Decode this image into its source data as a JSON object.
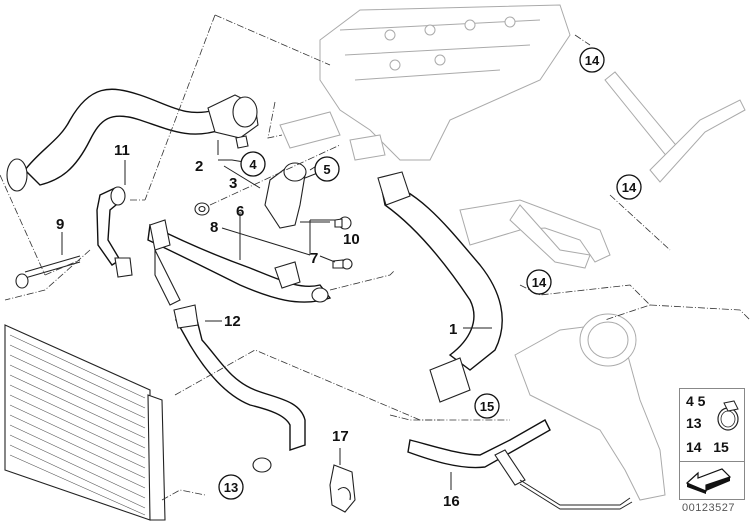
{
  "diagram": {
    "type": "parts-exploded-view",
    "subject": "Cooling system water hoses",
    "document_number": "00123527",
    "callouts": [
      {
        "id": "1",
        "label": "1",
        "circled": false
      },
      {
        "id": "2",
        "label": "2",
        "circled": false
      },
      {
        "id": "3",
        "label": "3",
        "circled": false
      },
      {
        "id": "4",
        "label": "4",
        "circled": true
      },
      {
        "id": "5",
        "label": "5",
        "circled": true
      },
      {
        "id": "6",
        "label": "6",
        "circled": false
      },
      {
        "id": "7",
        "label": "7",
        "circled": false
      },
      {
        "id": "8",
        "label": "8",
        "circled": false
      },
      {
        "id": "9",
        "label": "9",
        "circled": false
      },
      {
        "id": "10",
        "label": "10",
        "circled": false
      },
      {
        "id": "11",
        "label": "11",
        "circled": false
      },
      {
        "id": "12",
        "label": "12",
        "circled": false
      },
      {
        "id": "13",
        "label": "13",
        "circled": true
      },
      {
        "id": "14a",
        "label": "14",
        "circled": true
      },
      {
        "id": "14b",
        "label": "14",
        "circled": true
      },
      {
        "id": "14c",
        "label": "14",
        "circled": true
      },
      {
        "id": "15",
        "label": "15",
        "circled": true
      },
      {
        "id": "16",
        "label": "16",
        "circled": false
      },
      {
        "id": "17",
        "label": "17",
        "circled": false
      }
    ],
    "legend": {
      "rows": [
        "4  5",
        "13",
        "14   15"
      ],
      "row1": "4  5",
      "row2": "13",
      "row3": "14   15",
      "icon": "hose-clamp-icon",
      "arrow_icon": "direction-arrow-icon"
    }
  }
}
